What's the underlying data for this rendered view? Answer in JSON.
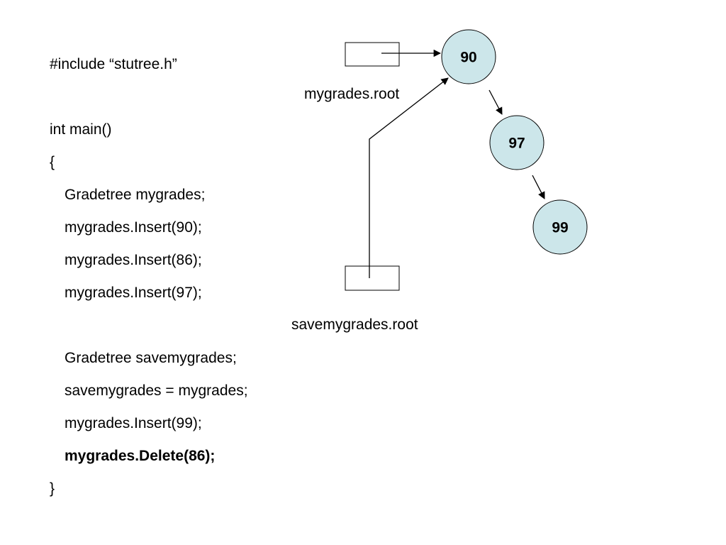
{
  "code": {
    "include": "#include “stutree.h”",
    "main_sig": "int main()",
    "open_brace": "{",
    "decl_mygrades": "Gradetree mygrades;",
    "insert_90": "mygrades.Insert(90);",
    "insert_86": "mygrades.Insert(86);",
    "insert_97": "mygrades.Insert(97);",
    "decl_save": "Gradetree savemygrades;",
    "assign": "savemygrades = mygrades;",
    "insert_99": "mygrades.Insert(99);",
    "delete_86": "mygrades.Delete(86);",
    "close_brace": "}"
  },
  "diagram": {
    "mygrades_root_label": "mygrades.root",
    "savemygrades_root_label": "savemygrades.root",
    "nodes": {
      "n90": "90",
      "n97": "97",
      "n99": "99"
    },
    "node_fill": "#cce6ea",
    "stroke_color": "#000000"
  }
}
